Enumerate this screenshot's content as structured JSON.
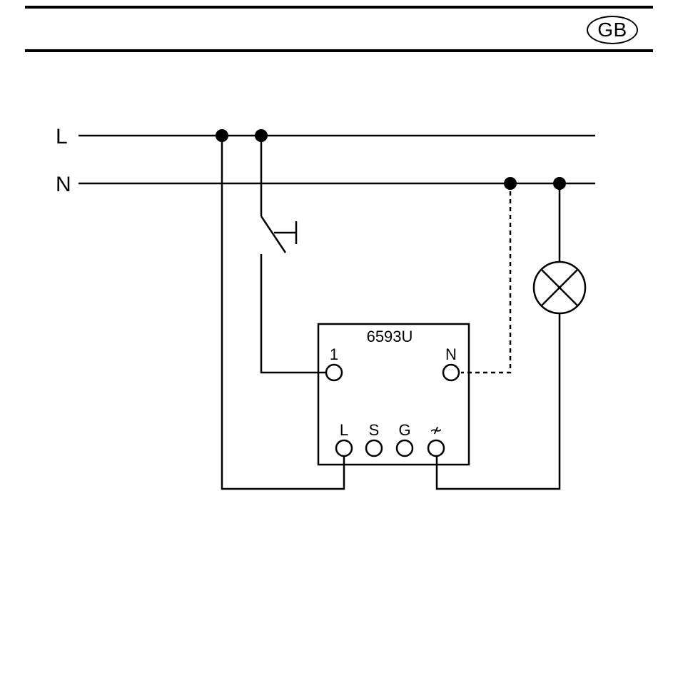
{
  "header": {
    "country_badge": "GB"
  },
  "diagram": {
    "rails": {
      "line_label": "L",
      "neutral_label": "N"
    },
    "device": {
      "model": "6593U",
      "terminal_1_label": "1",
      "terminal_n_label": "N",
      "terminal_l_label": "L",
      "terminal_s_label": "S",
      "terminal_g_label": "G",
      "terminal_load_symbol": "≁"
    },
    "lamp_icon": "lamp-icon",
    "switch_icon": "push-button-switch-icon",
    "colors": {
      "ink": "#000000",
      "background": "#ffffff"
    }
  }
}
